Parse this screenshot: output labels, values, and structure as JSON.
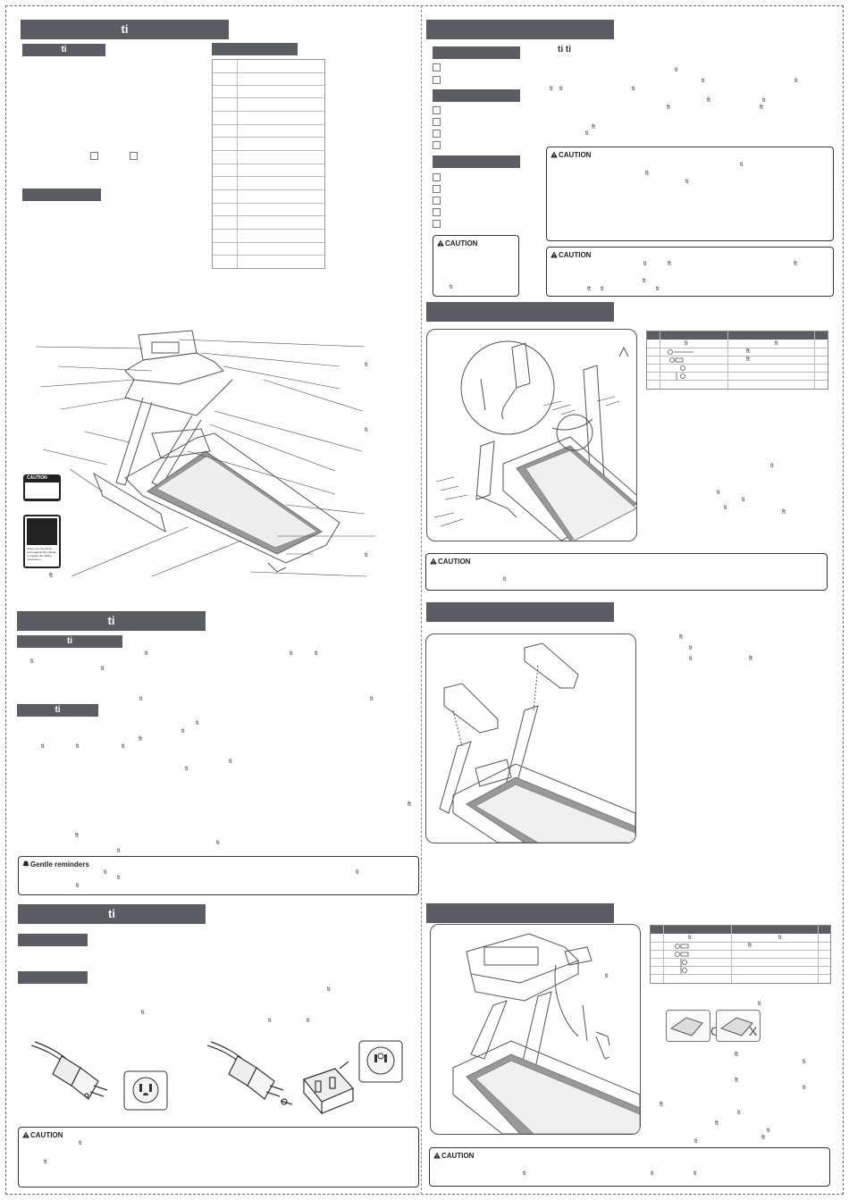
{
  "left": {
    "sec1": {
      "title": "ti",
      "sub1": "ti",
      "sub2": "",
      "parts_header": ""
    },
    "sec2": {
      "title": "ti",
      "sub1": "ti",
      "sub2": "ti"
    },
    "gentle": {
      "title": "Gentle reminders"
    },
    "sec3": {
      "title": "ti",
      "sub1": "",
      "sub2": ""
    }
  },
  "right": {
    "sec1": {
      "title": "",
      "heading": "ti ti"
    },
    "caution_word": "CAUTION",
    "sec2": {
      "title": ""
    },
    "sec3": {
      "title": ""
    },
    "sec4": {
      "title": ""
    }
  },
  "fragments": {
    "ti": "ti",
    "ft": "ft",
    "tt": "tt"
  },
  "icons": [
    "warning-icon",
    "bell-icon",
    "plug-icon",
    "outlet-icon",
    "adapter-icon",
    "checkbox-icon"
  ],
  "colors": {
    "bar": "#5a5d63",
    "line": "#333333"
  },
  "diagram_labels": {
    "ok": "O",
    "no": "X"
  },
  "stickers": {
    "caution_sticker": "CAUTION",
    "fold_text": "Using your foot firmly push against the cylinder to release the folding mechanism."
  }
}
